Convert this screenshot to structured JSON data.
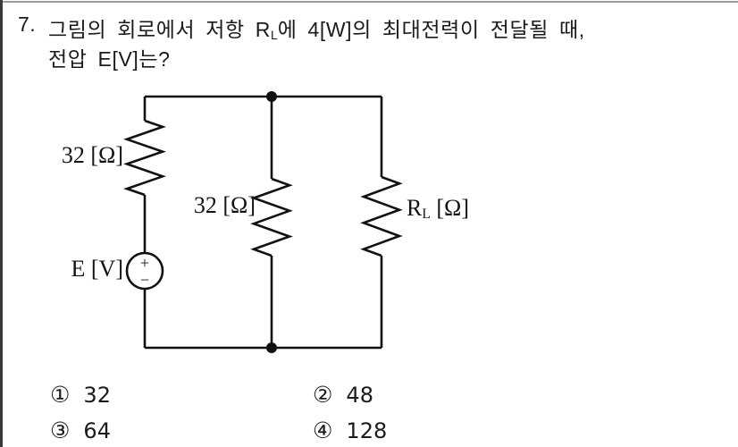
{
  "colors": {
    "ink": "#1b1b1b"
  },
  "question": {
    "number": "7.",
    "line1_pre": "그림의 회로에서 저항 R",
    "line1_sub": "L",
    "line1_post": "에 4[W]의 최대전력이 전달될 때,",
    "line2": "전압 E[V]는?"
  },
  "circuit": {
    "series_resistor_label": "32 [Ω]",
    "shunt_resistor_label": "32 [Ω]",
    "load_resistor_pre": "R",
    "load_resistor_sub": "L",
    "load_resistor_post": " [Ω]",
    "source_label": "E [V]",
    "source_plus": "+",
    "source_minus": "−"
  },
  "choices": [
    {
      "marker": "①",
      "value": "32"
    },
    {
      "marker": "②",
      "value": "48"
    },
    {
      "marker": "③",
      "value": "64"
    },
    {
      "marker": "④",
      "value": "128"
    }
  ]
}
